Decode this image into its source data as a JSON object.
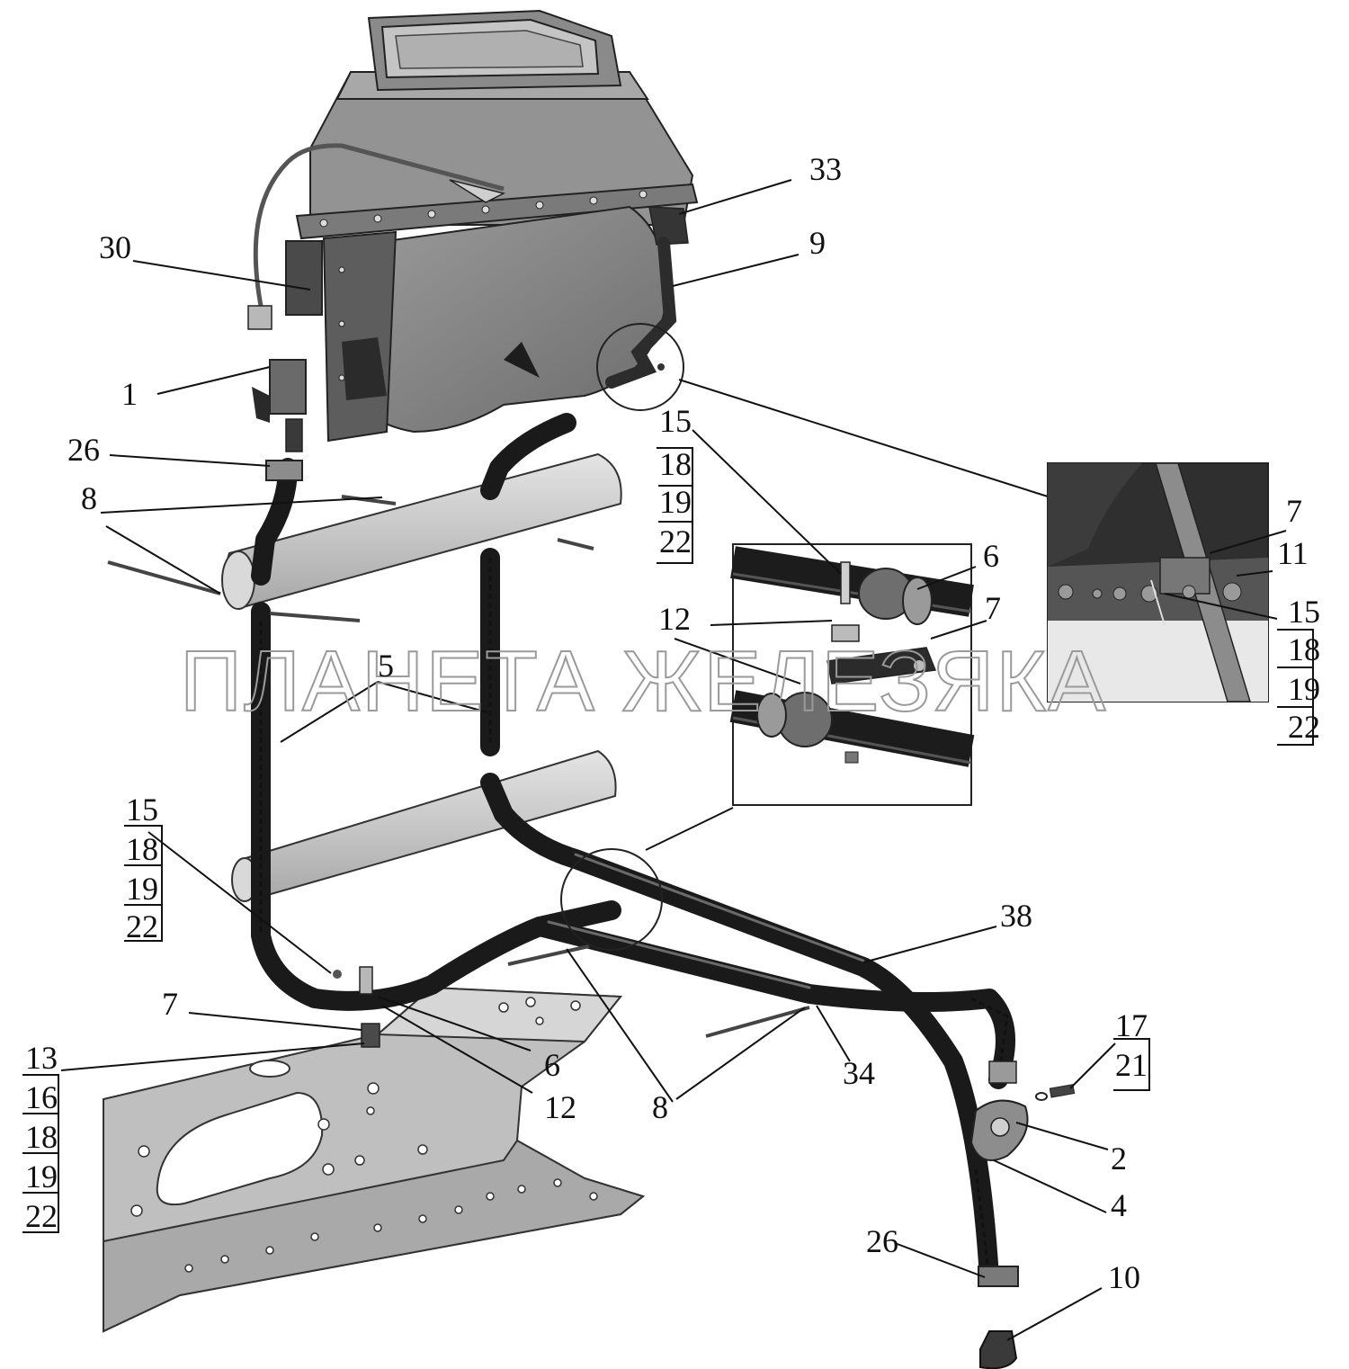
{
  "watermark": "ПЛАНЕТА ЖЕЛЕЗЯКА",
  "labels": {
    "c33": "33",
    "c9": "9",
    "c30": "30",
    "c1": "1",
    "c26a": "26",
    "c8a": "8",
    "s15a": "15",
    "s18a": "18",
    "s19a": "19",
    "s22a": "22",
    "d6": "6",
    "d12": "12",
    "d7": "7",
    "r7": "7",
    "r11": "11",
    "r15": "15",
    "r18": "18",
    "r19": "19",
    "r22": "22",
    "c5": "5",
    "l15": "15",
    "l18": "18",
    "l19": "19",
    "l22": "22",
    "c38": "38",
    "c7b": "7",
    "l13": "13",
    "l16": "16",
    "l18b": "18",
    "l19b": "19",
    "l22b": "22",
    "c6b": "6",
    "c12b": "12",
    "c8b": "8",
    "c34": "34",
    "c17": "17",
    "c21": "21",
    "c2": "2",
    "c4": "4",
    "c26b": "26",
    "c10": "10"
  },
  "colors": {
    "heater": "#8f8f8f",
    "heater_dark": "#5f5f5f",
    "pipe": "#c9c9c9",
    "hose": "#1a1a1a",
    "frame": "#bdbdbd"
  }
}
